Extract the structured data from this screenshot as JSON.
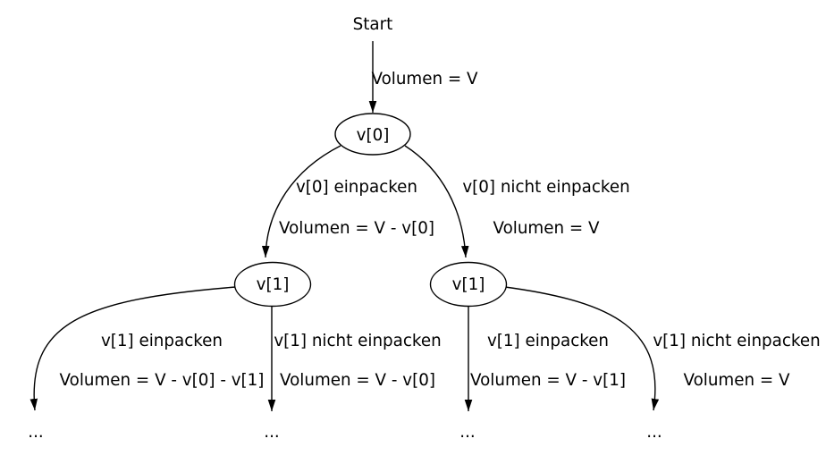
{
  "colors": {
    "background": "#ffffff",
    "stroke": "#000000",
    "text": "#000000"
  },
  "nodes": {
    "start": "Start",
    "v0": "v[0]",
    "v1_left": "v[1]",
    "v1_right": "v[1]",
    "leaf1": "...",
    "leaf2": "...",
    "leaf3": "...",
    "leaf4": "..."
  },
  "edges": {
    "start_v0": {
      "volume": "Volumen = V"
    },
    "v0_left": {
      "action": "v[0] einpacken",
      "volume": "Volumen = V - v[0]"
    },
    "v0_right": {
      "action": "v[0] nicht einpacken",
      "volume": "Volumen = V"
    },
    "v1l_left": {
      "action": "v[1] einpacken",
      "volume": "Volumen = V - v[0] - v[1]"
    },
    "v1l_right": {
      "action": "v[1] nicht einpacken",
      "volume": "Volumen = V - v[0]"
    },
    "v1r_left": {
      "action": "v[1] einpacken",
      "volume": "Volumen = V - v[1]"
    },
    "v1r_right": {
      "action": "v[1] nicht einpacken",
      "volume": "Volumen = V"
    }
  }
}
